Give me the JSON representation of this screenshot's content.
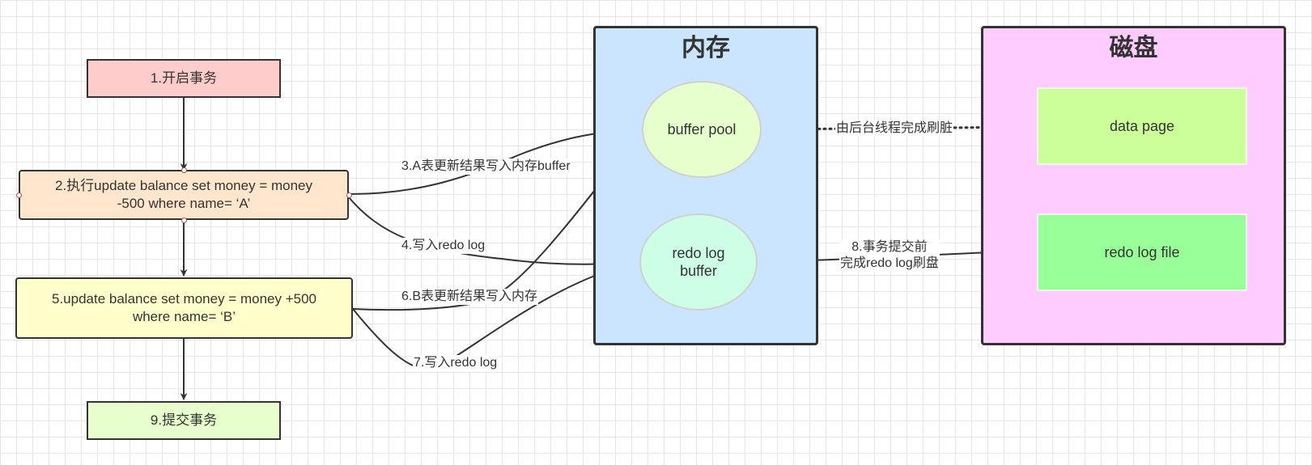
{
  "steps": {
    "s1": "1.开启事务",
    "s2": "2.执行update balance set money = money\n-500 where name= ‘A’",
    "s5": "5.update balance set money = money +500\nwhere name= ‘B’",
    "s9": "9.提交事务"
  },
  "memory": {
    "title": "内存",
    "buffer_pool": "buffer pool",
    "redo_log_buffer": "redo log\nbuffer"
  },
  "disk": {
    "title": "磁盘",
    "data_page": "data page",
    "redo_log_file": "redo log file"
  },
  "edges": {
    "e3": "3.A表更新结果写入内存buffer",
    "e4": "4.写入redo log",
    "e6": "6.B表更新结果写入内存",
    "e7": "7.写入redo log",
    "flush_dirty": "由后台线程完成刷脏",
    "e8": "8.事务提交前\n完成redo log刷盘"
  },
  "colors": {
    "step1_fill": "#ffcccc",
    "step2_fill": "#ffe6cc",
    "step5_fill": "#ffffcc",
    "step9_fill": "#e6ffcc",
    "memory_fill": "#cce5ff",
    "disk_fill": "#ffccff",
    "buffer_pool_fill": "#e6ffcc",
    "redo_buffer_fill": "#ccffe6",
    "data_page_fill": "#ccff99",
    "redo_file_fill": "#99ff99",
    "line": "#333333"
  }
}
